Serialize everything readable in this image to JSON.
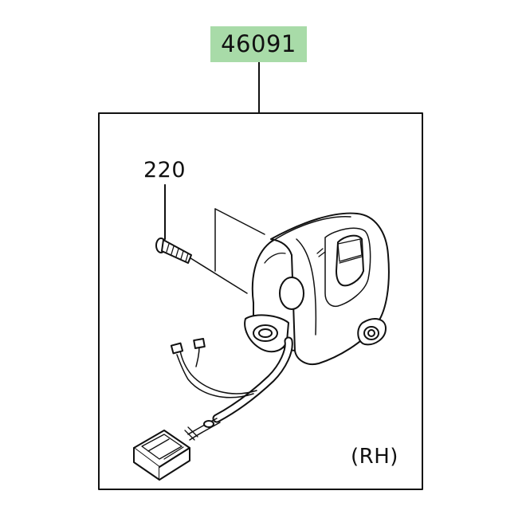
{
  "diagram": {
    "assembly_part_number": "46091",
    "screw_part_number": "220",
    "side_label": "(RH)",
    "colors": {
      "label_highlight": "#a8dba8",
      "line": "#111111",
      "background": "#ffffff"
    },
    "components": [
      "handlebar-switch-housing",
      "rocker-switch",
      "mounting-screw",
      "wiring-harness",
      "connector-plug"
    ]
  }
}
